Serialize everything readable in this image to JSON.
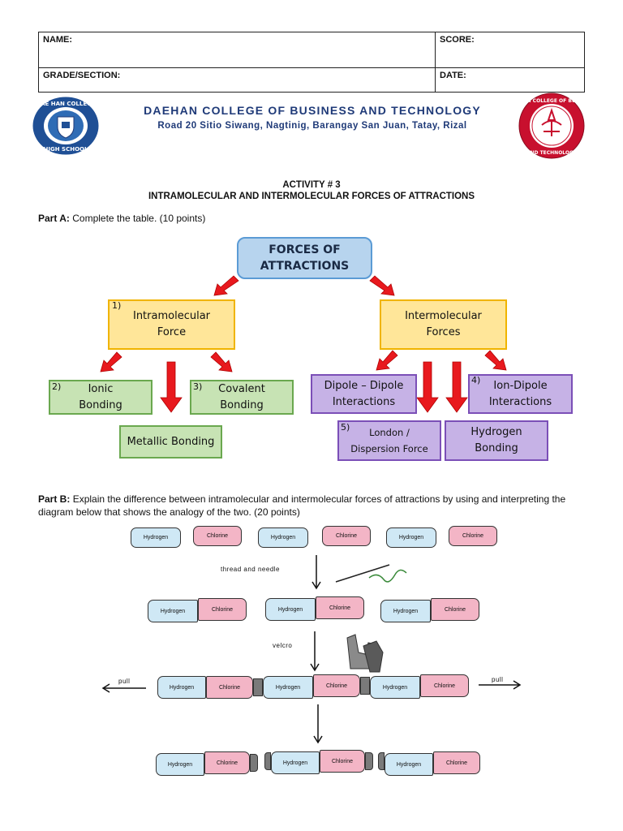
{
  "header": {
    "name_label": "NAME:",
    "score_label": "SCORE:",
    "grade_label": "GRADE/SECTION:",
    "date_label": "DATE:"
  },
  "school": {
    "name": "DAEHAN COLLEGE OF BUSINESS AND TECHNOLOGY",
    "address": "Road 20 Sitio Siwang, Nagtinig, Barangay San Juan, Tatay, Rizal",
    "logo_left_text": "DAE HAN COLLEGE HIGH SCHOOL",
    "logo_right_text": "DAEHAN COLLEGE OF BUSINESS AND TECHNOLOGY"
  },
  "activity": {
    "number": "ACTIVITY # 3",
    "title": "INTRAMOLECULAR AND INTERMOLECULAR FORCES OF ATTRACTIONS"
  },
  "part_a": {
    "label": "Part A:",
    "text": "Complete the table. (10 points)"
  },
  "diagram": {
    "root": "FORCES OF\nATTRACTIONS",
    "intra": "Intramolecular\nForce",
    "inter": "Intermolecular\nForces",
    "ionic": "Ionic\nBonding",
    "covalent": "Covalent\nBonding",
    "metallic": "Metallic Bonding",
    "dipole": "Dipole – Dipole\nInteractions",
    "ion_dipole": "Ion-Dipole\nInteractions",
    "london": "London /\nDispersion Force",
    "hydrogen": "Hydrogen\nBonding",
    "n1": "1)",
    "n2": "2)",
    "n3": "3)",
    "n4": "4)",
    "n5": "5)"
  },
  "part_b": {
    "label": "Part B:",
    "text": "Explain the difference between intramolecular and intermolecular forces of attractions by using and interpreting the diagram below that shows the analogy of the two. (20 points)"
  },
  "analogy": {
    "hydrogen": "Hydrogen",
    "chlorine": "Chlorine",
    "thread": "thread and needle",
    "velcro": "velcro",
    "pull_left": "pull",
    "pull_right": "pull"
  },
  "colors": {
    "school_blue": "#1f3a78",
    "arrow_red": "#e8191e",
    "hydrogen_fill": "#cfe8f5",
    "chlorine_fill": "#f3b5c6"
  }
}
